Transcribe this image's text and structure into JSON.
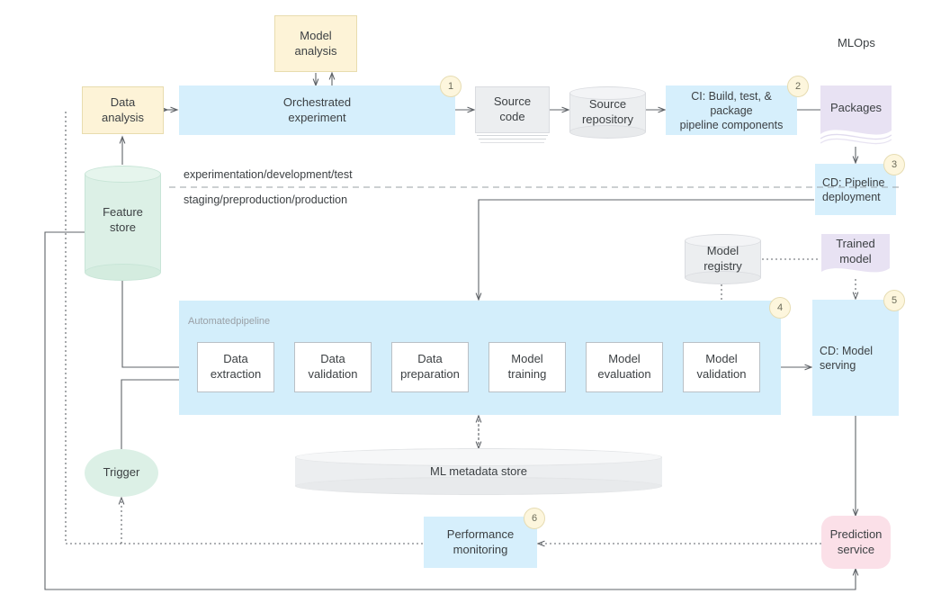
{
  "diagram": {
    "title": "MLOps",
    "zone_labels": {
      "upper": "experimentation/development/test",
      "lower": "staging/preproduction/production"
    },
    "pipeline_group_label": "Automatedpipeline"
  },
  "nodes": {
    "model_analysis": "Model\nanalysis",
    "data_analysis": "Data\nanalysis",
    "orchestrated_experiment": "Orchestrated\nexperiment",
    "source_code": "Source\ncode",
    "source_repository": "Source\nrepository",
    "ci_build": "CI: Build, test, & package\npipeline components",
    "packages": "Packages",
    "cd_pipeline_deployment": "CD: Pipeline\ndeployment",
    "feature_store": "Feature\nstore",
    "model_registry": "Model\nregistry",
    "trained_model": "Trained\nmodel",
    "cd_model_serving": "CD: Model\nserving",
    "trigger": "Trigger",
    "ml_metadata_store": "ML metadata store",
    "performance_monitoring": "Performance\nmonitoring",
    "prediction_service": "Prediction\nservice"
  },
  "pipeline_stages": [
    "Data\nextraction",
    "Data\nvalidation",
    "Data\npreparation",
    "Model\ntraining",
    "Model\nevaluation",
    "Model\nvalidation"
  ],
  "badges": {
    "one": "1",
    "two": "2",
    "three": "3",
    "four": "4",
    "five": "5",
    "six": "6"
  },
  "colors": {
    "yellow": "#fdf3d7",
    "blue": "#d6effc",
    "gray": "#eceef0",
    "pink": "#fbe0e8",
    "lavender": "#e8e2f3",
    "mint": "#dcf0e6",
    "stroke": "#5f6368",
    "badge": "#fdf6dd"
  }
}
